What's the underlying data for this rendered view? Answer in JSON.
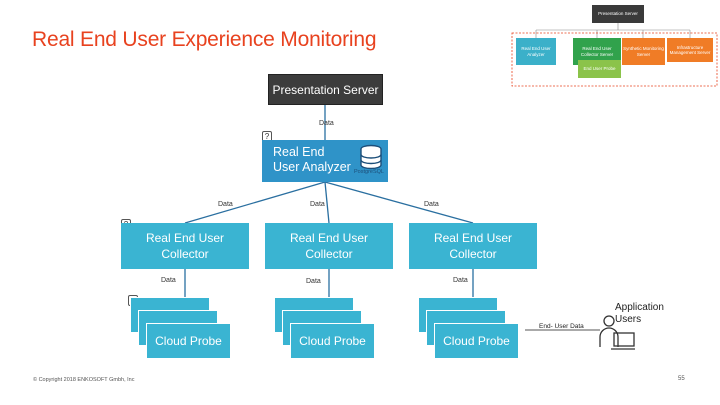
{
  "title": "Real End User Experience Monitoring",
  "mini_diagram": {
    "root": "Presentation Server",
    "children": [
      "Real End User Analyzer",
      "Real End User Collector Server",
      "Synthetic Monitoring Server",
      "Infrastructure Management Server",
      "End User Probe"
    ]
  },
  "nodes": {
    "presentation_server": "Presentation Server",
    "analyzer": "Real End User Analyzer",
    "analyzer_db": "PostgreSQL",
    "collectors": [
      "Real End User Collector",
      "Real End User Collector",
      "Real End User Collector"
    ],
    "probes": [
      "Cloud Probe",
      "Cloud Probe",
      "Cloud Probe"
    ]
  },
  "edge_labels": {
    "server_to_analyzer": "Data",
    "analyzer_to_collectors": [
      "Data",
      "Data",
      "Data"
    ],
    "collectors_to_probes": [
      "Data",
      "Data",
      "Data"
    ],
    "users_to_probe": "End- User Data"
  },
  "help_marker": "?",
  "users_label": "Application Users",
  "footer": {
    "copyright": "© Copyright 2018 ENKOSOFT Gmbh, Inc",
    "page": "55"
  },
  "colors": {
    "title": "#e8421f",
    "server": "#3c3c3c",
    "analyzer": "#2f93c8",
    "collector": "#3ab4d2"
  }
}
